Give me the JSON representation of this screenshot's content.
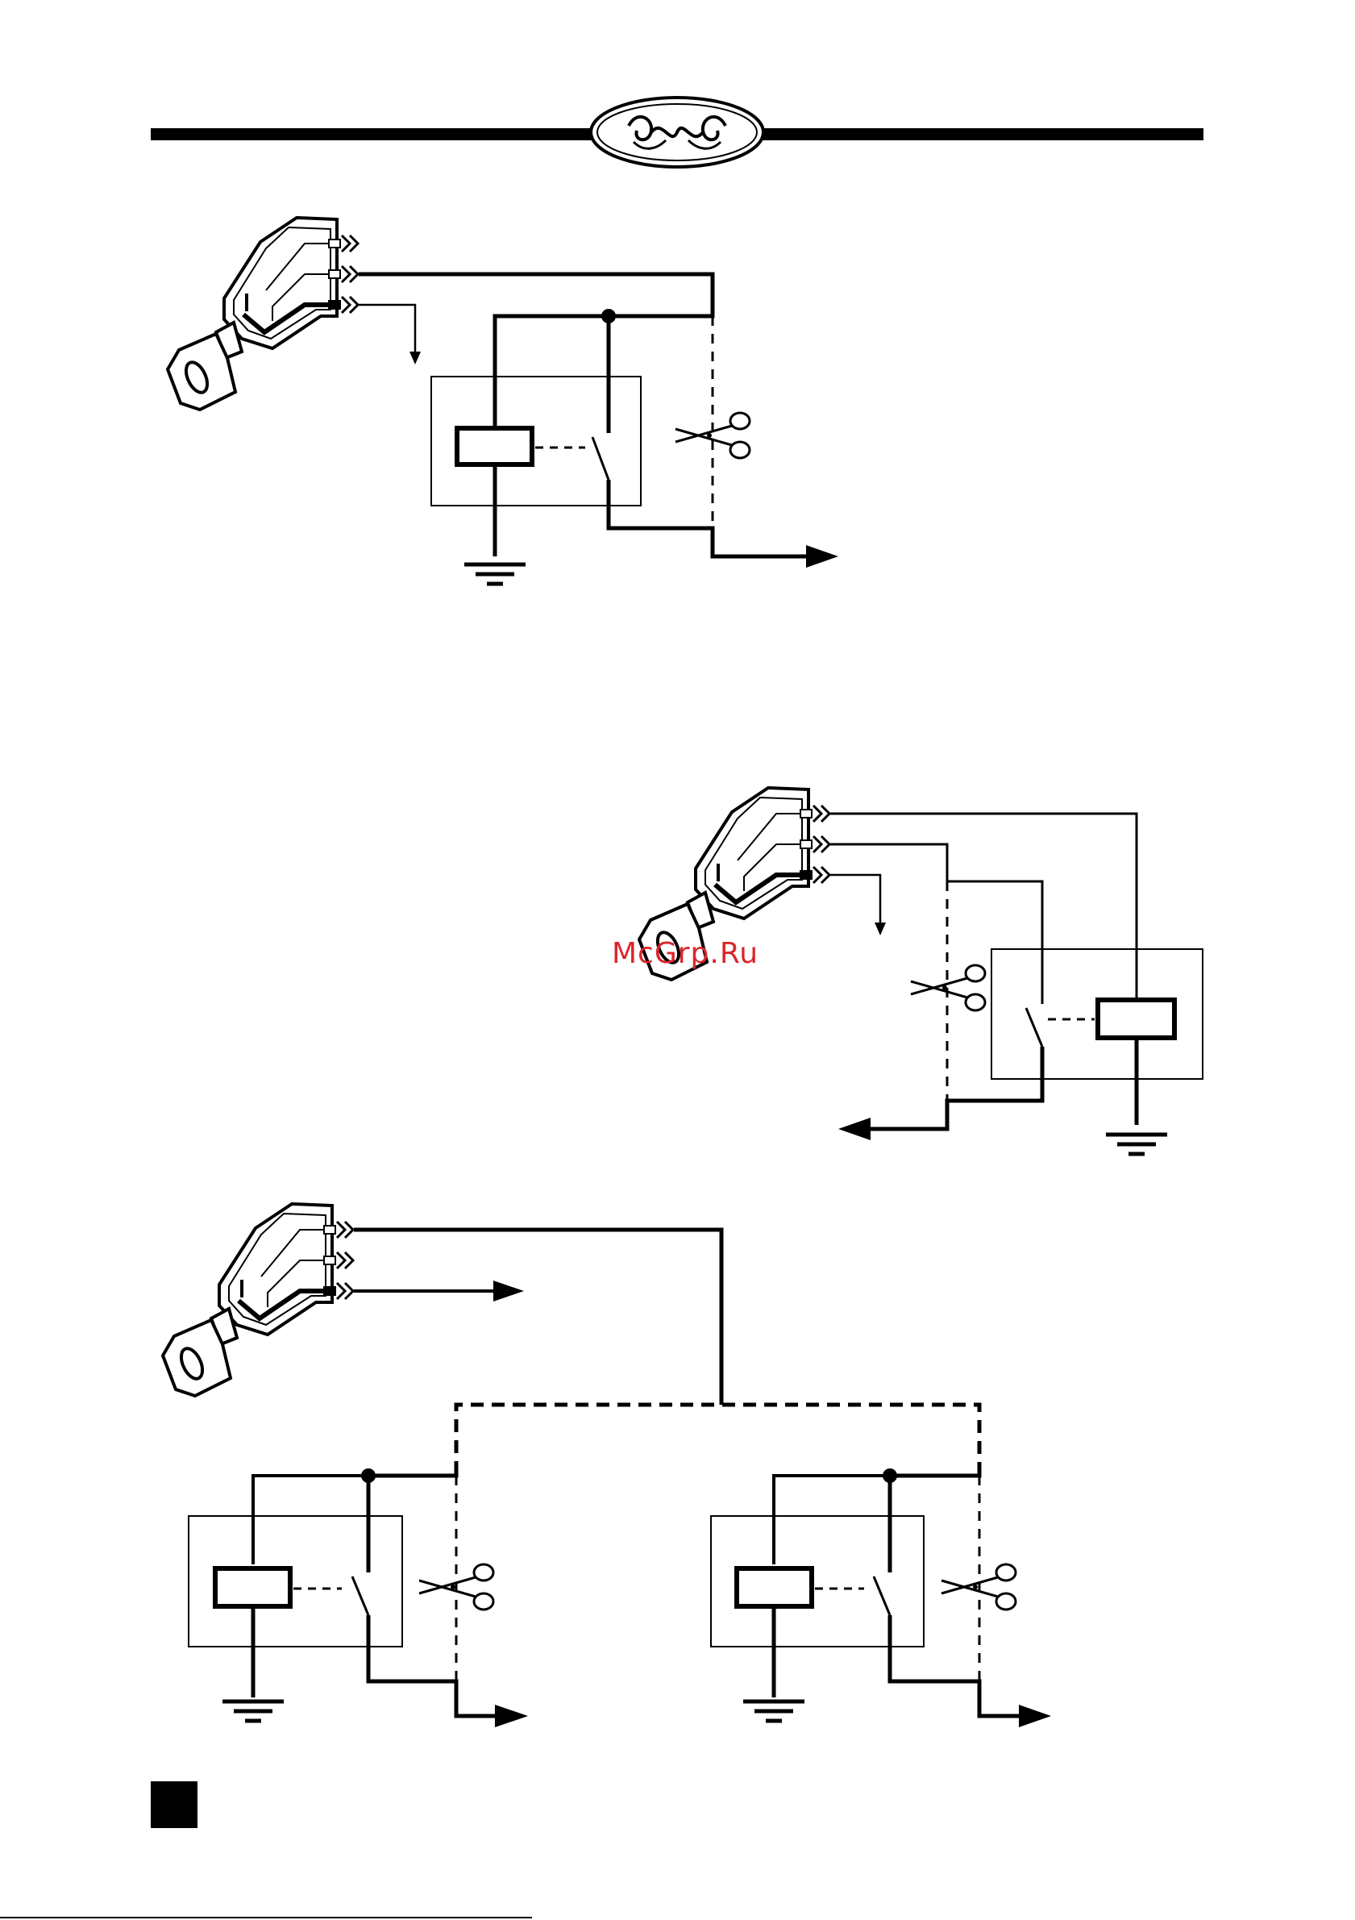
{
  "watermark": {
    "text": "McGrp.Ru",
    "color": "#d9262c"
  },
  "colors": {
    "ink": "#000000",
    "paper": "#ffffff"
  },
  "icons": {
    "header": "ornament-emblem-icon",
    "ignition": "ignition-key-switch-icon",
    "relay": "relay-icon",
    "cut": "scissors-icon",
    "ground": "ground-icon",
    "arrow": "arrow-icon"
  },
  "diagrams": [
    {
      "id": "top",
      "relays": 1
    },
    {
      "id": "middle",
      "relays": 1,
      "mirrored": true
    },
    {
      "id": "bottom",
      "relays": 2
    }
  ]
}
